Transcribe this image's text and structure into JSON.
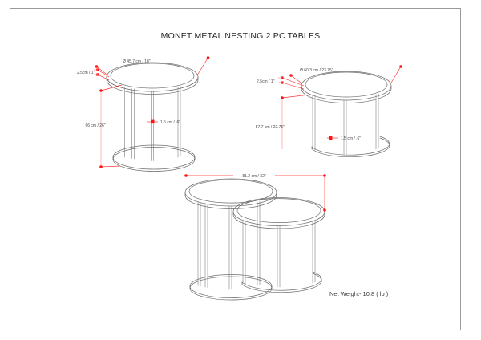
{
  "document": {
    "title": "MONET METAL NESTING 2 PC TABLES",
    "net_weight": "Net Weight- 10.8 ( lb )",
    "border_color": "#9a9a9a",
    "dimension_color": "#ff2b2b",
    "line_color": "#6e6e6e",
    "background": "#ffffff"
  },
  "views": {
    "small_table": {
      "name": "small-nesting-table",
      "dimensions": {
        "top_diameter": "Ø 45.7 cm / 18\"",
        "top_thickness": "2.5cm / 1\"",
        "height": "66 cm / 26\"",
        "frame_thickness": "1.5 cm / .6\""
      }
    },
    "large_table": {
      "name": "large-nesting-table",
      "dimensions": {
        "top_diameter": "Ø 60.3 cm / 23.75\"",
        "top_thickness": "2.5cm / 1\"",
        "height": "57.7 cm / 22.75\"",
        "frame_thickness": "1.5 cm / .6\""
      }
    },
    "nested_pair": {
      "name": "nested-pair-assembly",
      "dimensions": {
        "total_width": "81.2 cm / 32\""
      }
    }
  }
}
